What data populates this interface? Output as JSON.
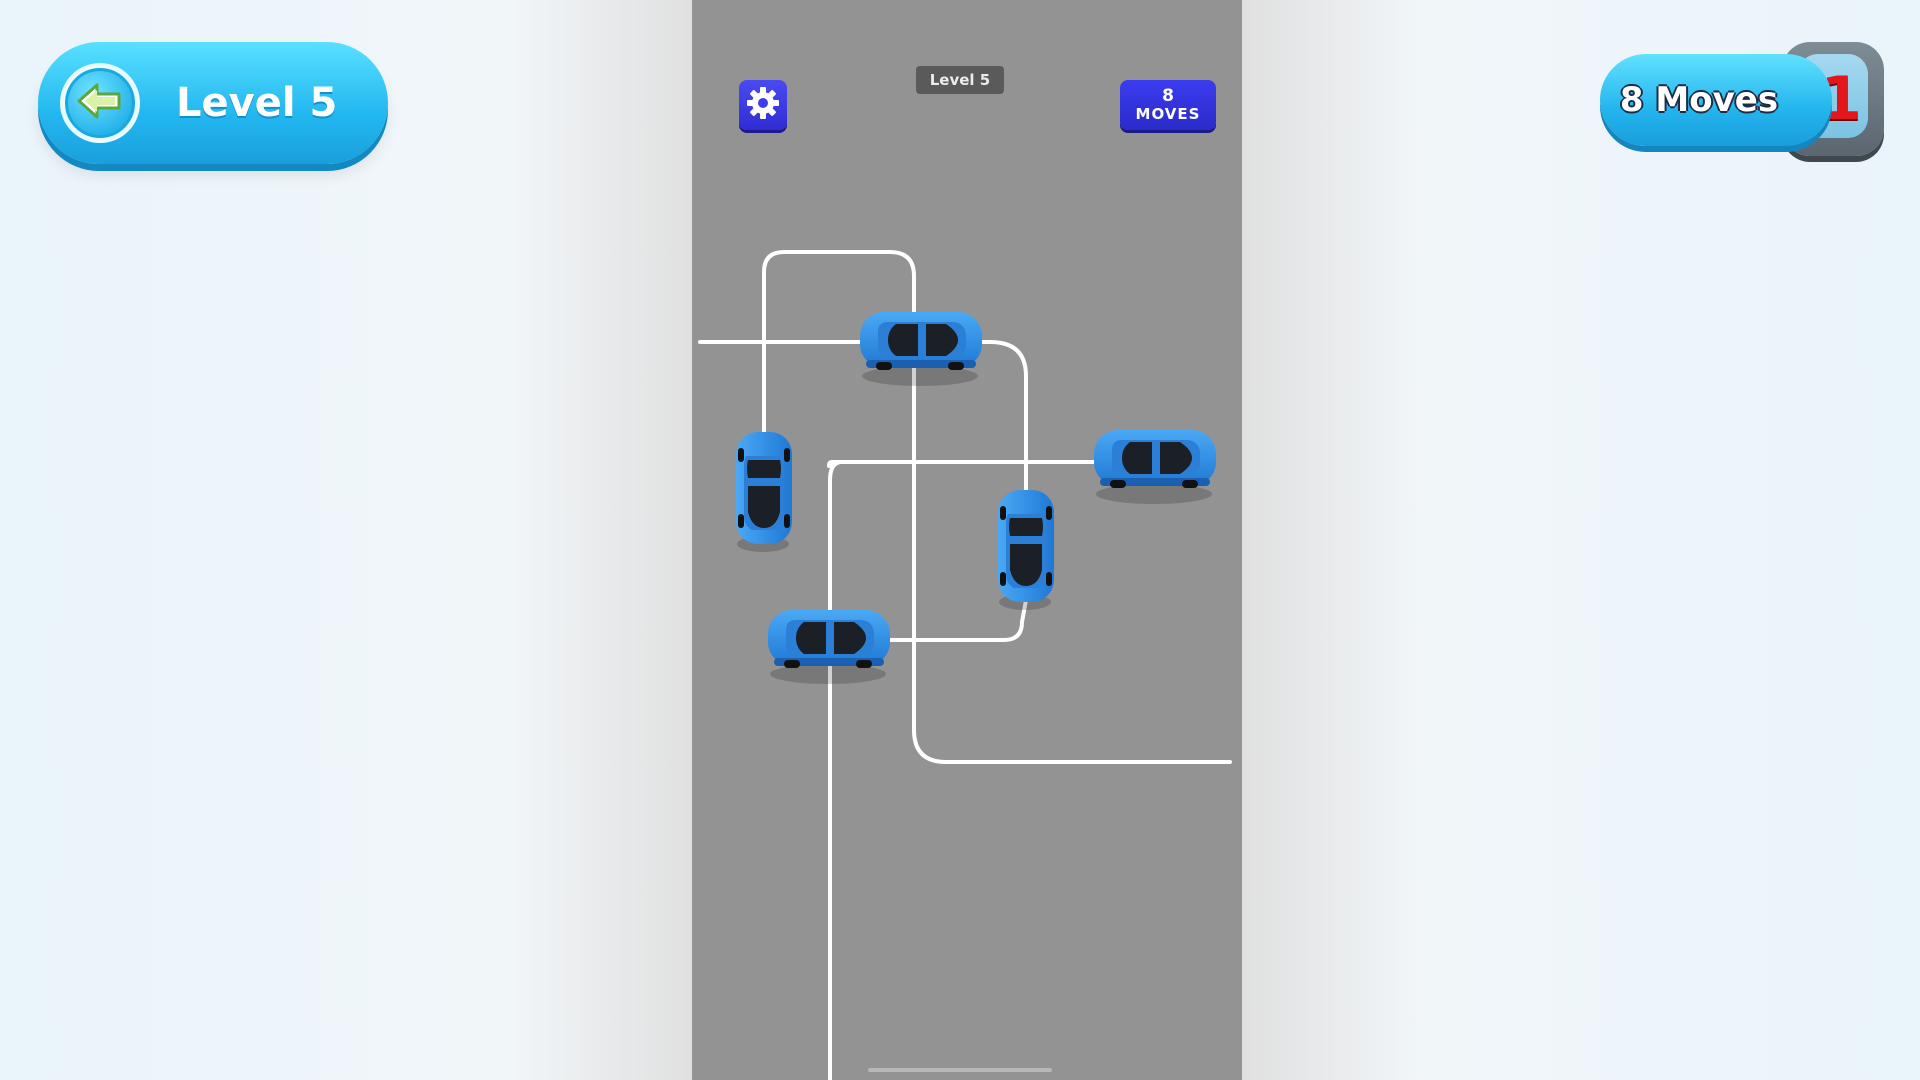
{
  "hud": {
    "level_label": "Level 5",
    "moves_label": "8 Moves",
    "moves_used": "1"
  },
  "phone_hud": {
    "level_label": "Level 5",
    "moves_count": "8",
    "moves_word": "MOVES"
  },
  "colors": {
    "road": "#939393",
    "path_line": "#ffffff",
    "car_body": "#2f8fe6",
    "accent_cyan": "#22b7f0",
    "settings_button": "#3b3cf0",
    "moves_used_color": "#e3161c"
  },
  "icons": {
    "back": "arrow-left-icon",
    "settings": "gear-icon"
  },
  "cars": [
    {
      "id": "car-top",
      "orientation": "horizontal",
      "facing": "right"
    },
    {
      "id": "car-left-vertical",
      "orientation": "vertical",
      "facing": "down"
    },
    {
      "id": "car-right-horizontal",
      "orientation": "horizontal",
      "facing": "right"
    },
    {
      "id": "car-center-vertical",
      "orientation": "vertical",
      "facing": "down"
    },
    {
      "id": "car-bottom",
      "orientation": "horizontal",
      "facing": "right"
    }
  ]
}
